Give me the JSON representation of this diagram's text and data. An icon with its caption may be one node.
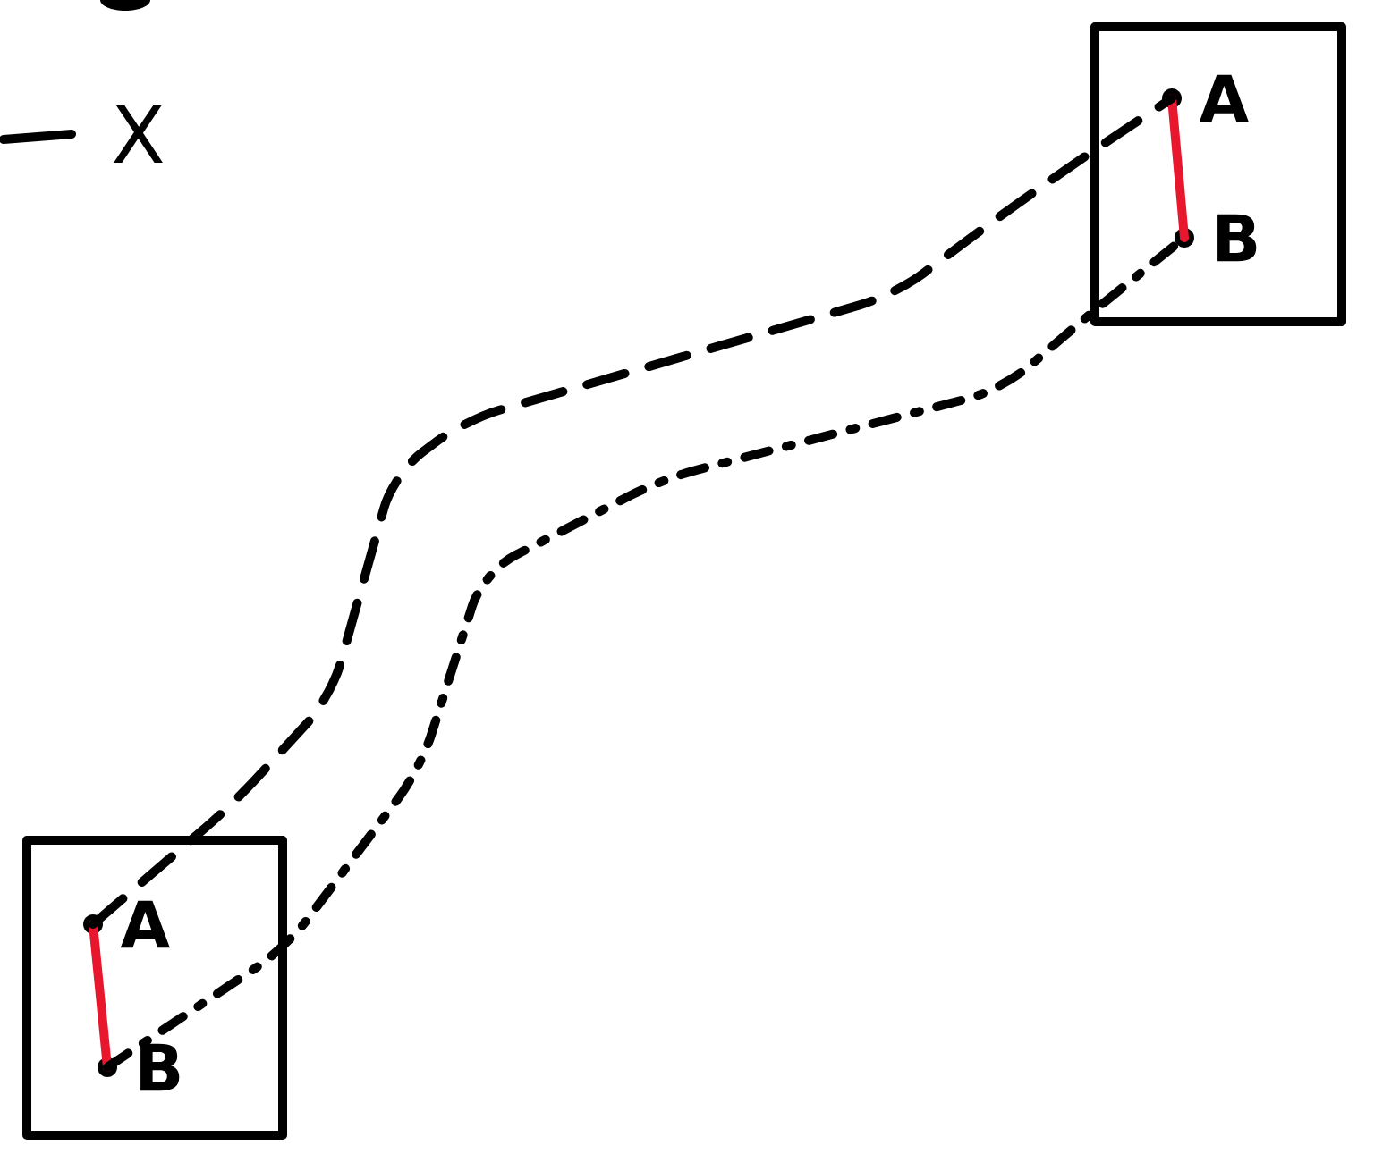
{
  "diagram": {
    "nodes": [
      {
        "text": [],
        "shape": "box"
      },
      {
        "text": [
          "A"
        ],
        "in": 0
      },
      {
        "text": [
          "B"
        ],
        "in": 0
      },
      {
        "text": [],
        "shape": "box"
      },
      {
        "text": [
          "A"
        ],
        "in": 3
      },
      {
        "text": [
          "B"
        ],
        "in": 3
      }
    ],
    "edges": [
      {
        "from": 1,
        "to": 2,
        "arrow": "none",
        "color": "#e8172e"
      },
      {
        "from": 4,
        "to": 5,
        "arrow": "none",
        "color": "#e8172e"
      },
      {
        "from": 4,
        "to": 1,
        "arrow": "none",
        "style": "dashed",
        "color": "#000000"
      },
      {
        "from": 5,
        "to": 2,
        "arrow": "none",
        "style": "dashed",
        "color": "#000000"
      }
    ],
    "legend": [
      {
        "text": "X"
      }
    ]
  }
}
